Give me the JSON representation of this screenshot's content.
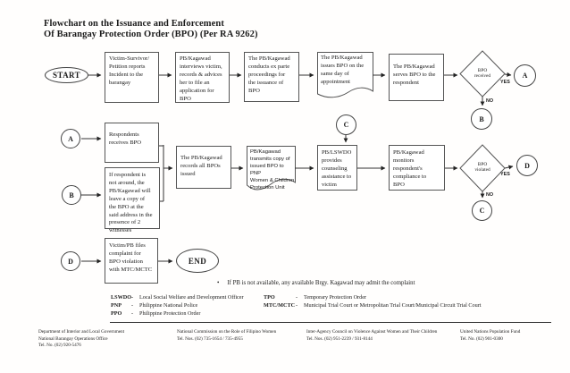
{
  "title": {
    "line1": "Flowchart on the Issuance and Enforcement",
    "line2": "Of Barangay Protection Order (BPO) (Per RA 9262)"
  },
  "terminals": {
    "start": "START",
    "end": "END"
  },
  "steps": {
    "report": "Victim-Survivor/\nPetition reports\nIncident to the\nbarangay",
    "interview": "PB/Kagawad\ninterviews victim,\nrecords & advices\nher to file an\napplication for\nBPO",
    "exparte": "The PB/Kagawad\nconducts ex parte\nproceedings for\nthe issuance of\nBPO",
    "issue": "The PB/Kagawad\nissues BPO on the\nsame day of\nappointment",
    "serve": "The PB/Kagawad\nserves BPO to the\nrespondent",
    "receive": "Respondents\nreceives BPO",
    "leave_copy": "If respondent is\nnot around, the\nPB/Kagawad will\nleave a copy of\nthe BPO at the\nsaid address in the\npresence of 2\nwitnesses",
    "records": "The PB/Kagawad\nrecords all BPOs\nissued",
    "transmit": "PB/Kagawad\ntransmits copy of\nissued BPO to PNP\nWomen & Children\nProtection Unit",
    "counsel": "PB/LSWDO\nprovides\ncounseling\nassistance to\nvictim",
    "monitor": "PB/Kagawad\nmonitors\nrespondent's\ncompliance to\nBPO",
    "complaint": "Victim/PB files\ncomplaint for\nBPO violation\nwith MTC/MCTC"
  },
  "decisions": {
    "received": "BPO\nreceived",
    "violated": "BPO\nviolated"
  },
  "branch_labels": {
    "yes": "YES",
    "no": "NO"
  },
  "connectors": {
    "a": "A",
    "b": "B",
    "c": "C",
    "d": "D"
  },
  "note": {
    "bullet": "•",
    "text": "If PB is not available, any available Brgy. Kagawad may admit the complaint"
  },
  "legend": {
    "left": [
      {
        "term": "LSWDO-",
        "dash": "",
        "def": "Local Social Welfare and Development Officer"
      },
      {
        "term": "PNP",
        "dash": "-",
        "def": "Philippine National Police"
      },
      {
        "term": "PPO",
        "dash": "-",
        "def": "Philippine Protection Order"
      }
    ],
    "right": [
      {
        "term": "TPO",
        "dash": "-",
        "def": "Temporary Protection Order"
      },
      {
        "term": "MTC/MCTC",
        "dash": "-",
        "def": "Municipal Trial Court or Metropolitan Trial Court/Municipal Circuit Trial Court"
      }
    ]
  },
  "footer": {
    "col1": [
      "Department of Interior and Local Government",
      "National Barangay Operations Office",
      "Tel. No. (02) 920-5476"
    ],
    "col2": [
      "National Commission on the Role of Filipino Women",
      "Tel. Nos. (02) 735-1654 / 735-4955"
    ],
    "col3": [
      "Inter-Agency Council on Violence Against Women and Their Children",
      "Tel. Nos. (02) 951-2239 / 931-8144"
    ],
    "col4": [
      "United Nations Population Fund",
      "Tel. No. (02) 901-0300"
    ]
  }
}
